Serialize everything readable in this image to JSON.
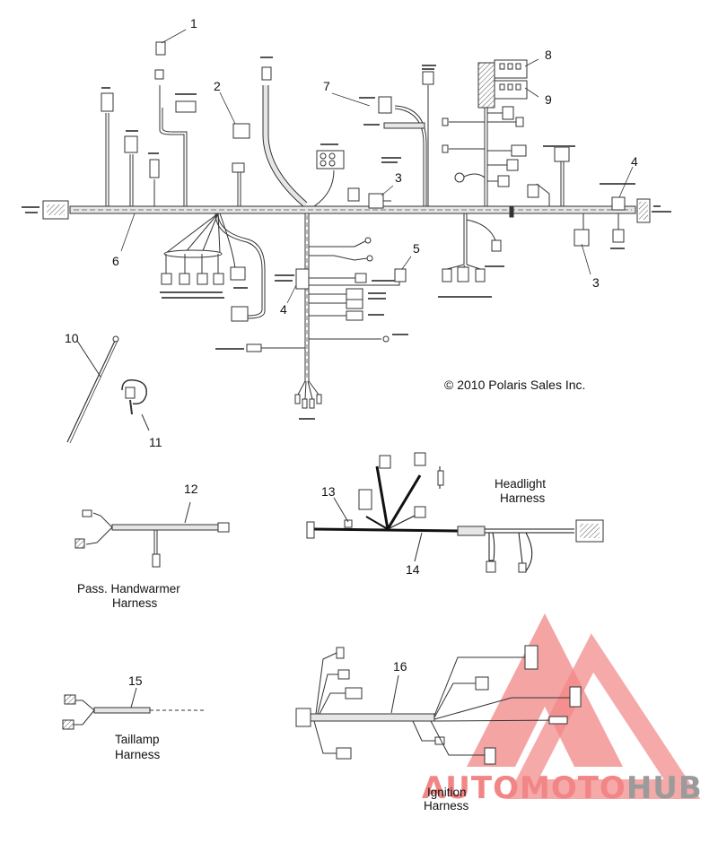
{
  "callouts": [
    "1",
    "2",
    "3",
    "3",
    "4",
    "4",
    "5",
    "6",
    "7",
    "8",
    "9",
    "10",
    "11",
    "12",
    "13",
    "14",
    "15",
    "16"
  ],
  "copyright": "© 2010 Polaris Sales Inc.",
  "captions": {
    "headlight": [
      "Headlight",
      "Harness"
    ],
    "handwarmer": [
      "Pass. Handwarmer",
      "Harness"
    ],
    "taillamp": [
      "Taillamp",
      "Harness"
    ],
    "ignition": [
      "Ignition",
      "Harness"
    ]
  },
  "watermark": {
    "part1": "AUTO",
    "part2": "MOTO",
    "part3": "HUB",
    "color_red": "#f07070",
    "color_gray": "#8a8a8a"
  },
  "colors": {
    "line": "#333333",
    "harness_fill": "#e6e6e6"
  }
}
